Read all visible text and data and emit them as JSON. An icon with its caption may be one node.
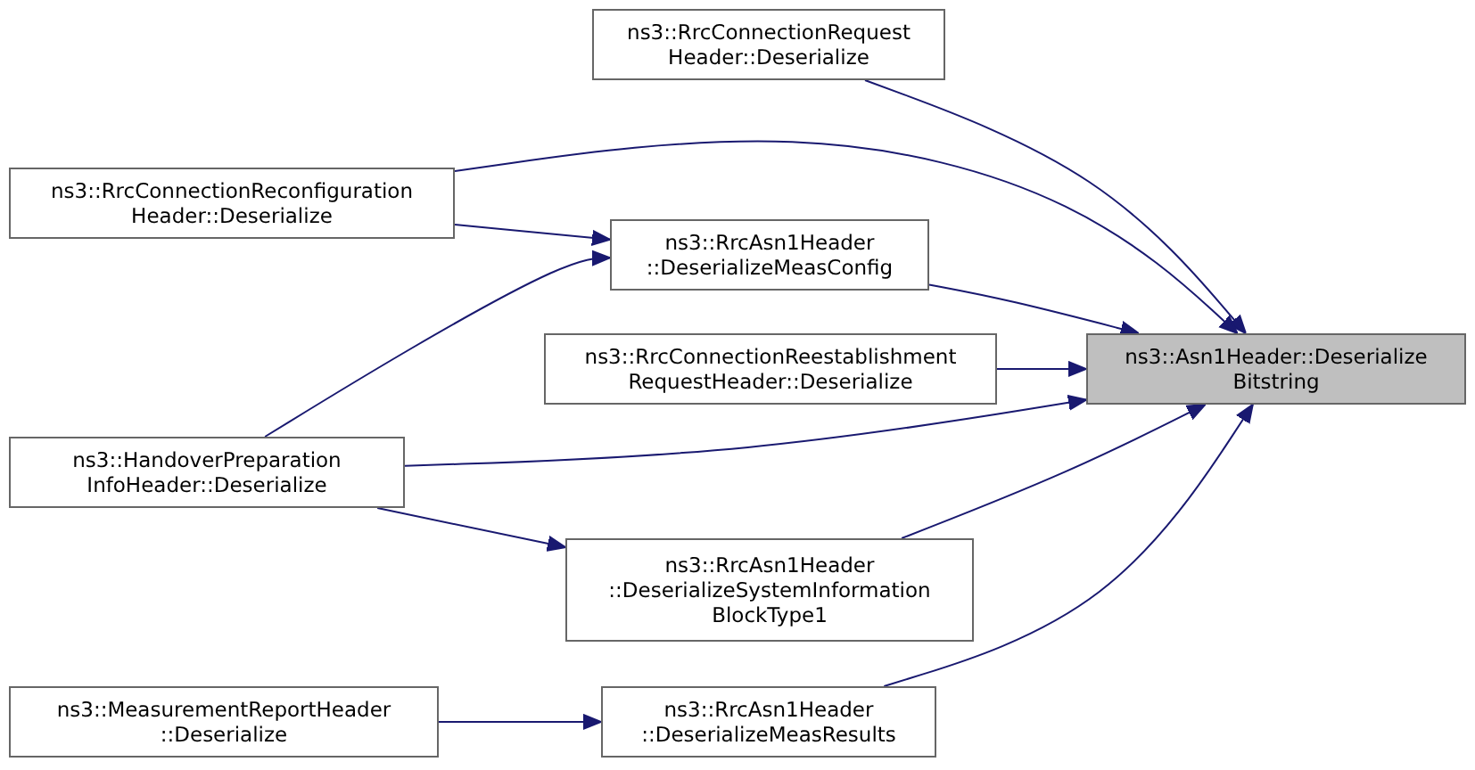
{
  "diagram": {
    "nodes": [
      {
        "text": [
          "ns3::Asn1Header::Deserialize Bitstring"
        ]
      },
      {
        "text": [
          "ns3::RrcConnectionRequest Header::Deserialize"
        ]
      },
      {
        "text": [
          "ns3::RrcConnectionReconfiguration Header::Deserialize"
        ]
      },
      {
        "text": [
          "ns3::RrcAsn1Header ::DeserializeMeasConfig"
        ]
      },
      {
        "text": [
          "ns3::RrcConnectionReestablishment RequestHeader::Deserialize"
        ]
      },
      {
        "text": [
          "ns3::HandoverPreparation InfoHeader::Deserialize"
        ]
      },
      {
        "text": [
          "ns3::RrcAsn1Header ::DeserializeSystemInformation BlockType1"
        ]
      },
      {
        "text": [
          "ns3::MeasurementReportHeader ::Deserialize"
        ]
      },
      {
        "text": [
          "ns3::RrcAsn1Header ::DeserializeMeasResults"
        ]
      }
    ],
    "edges": [
      {
        "from": 1,
        "to": 0,
        "arrow": "to"
      },
      {
        "from": 2,
        "to": 0,
        "arrow": "to"
      },
      {
        "from": 3,
        "to": 0,
        "arrow": "to"
      },
      {
        "from": 4,
        "to": 0,
        "arrow": "to"
      },
      {
        "from": 5,
        "to": 0,
        "arrow": "to"
      },
      {
        "from": 6,
        "to": 0,
        "arrow": "to"
      },
      {
        "from": 8,
        "to": 0,
        "arrow": "to"
      },
      {
        "from": 2,
        "to": 3,
        "arrow": "to"
      },
      {
        "from": 5,
        "to": 3,
        "arrow": "to"
      },
      {
        "from": 5,
        "to": 6,
        "arrow": "to"
      },
      {
        "from": 7,
        "to": 8,
        "arrow": "to"
      }
    ]
  }
}
